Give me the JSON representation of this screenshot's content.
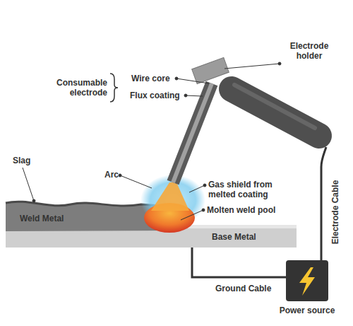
{
  "diagram": {
    "labels": [
      "Consumable electrode",
      "Wire core",
      "Flux coating",
      "Electrode holder",
      "Slag",
      "Arc",
      "Gas shield from melted coating",
      "Molten weld pool",
      "Weld Metal",
      "Base Metal",
      "Electrode Cable",
      "Ground Cable",
      "Power source"
    ]
  }
}
